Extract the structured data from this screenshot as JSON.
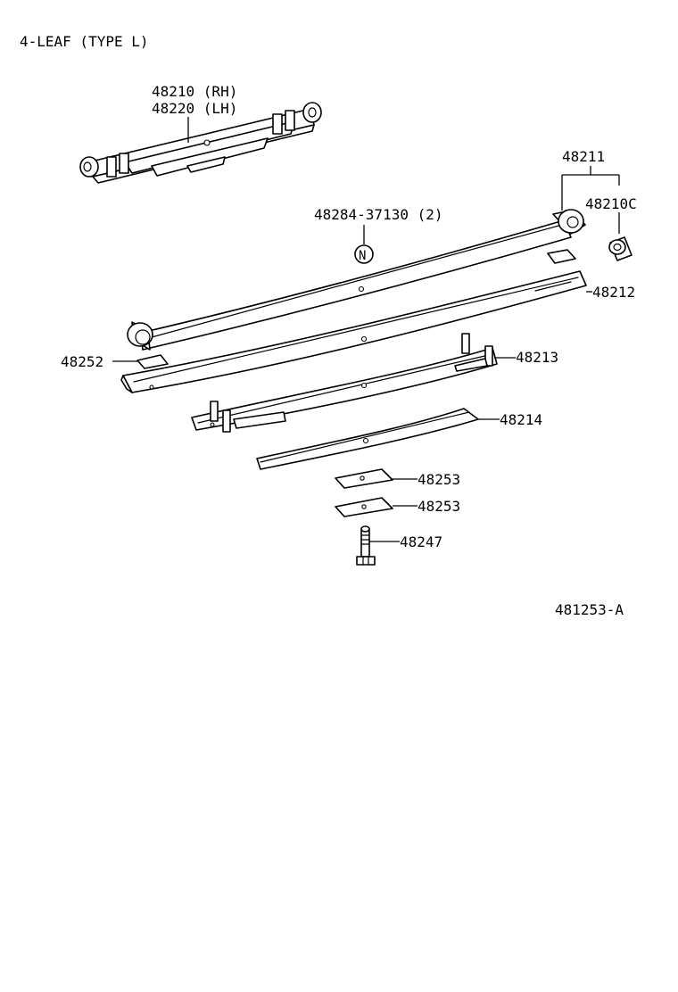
{
  "title": "4-LEAF (TYPE  L)",
  "diagram_code": "481253-A",
  "callouts": {
    "assembly_rh": "48210 (RH)",
    "assembly_lh": "48220 (LH)",
    "spring_no1": "48211",
    "bushing": "48210C",
    "clip_part": "48284-37130 (2)",
    "clip_symbol": "N",
    "leaf_no2": "48212",
    "insulator": "48252",
    "leaf_no3": "48213",
    "leaf_no4": "48214",
    "spacer_upper": "48253",
    "spacer_lower": "48253",
    "center_bolt": "48247"
  }
}
